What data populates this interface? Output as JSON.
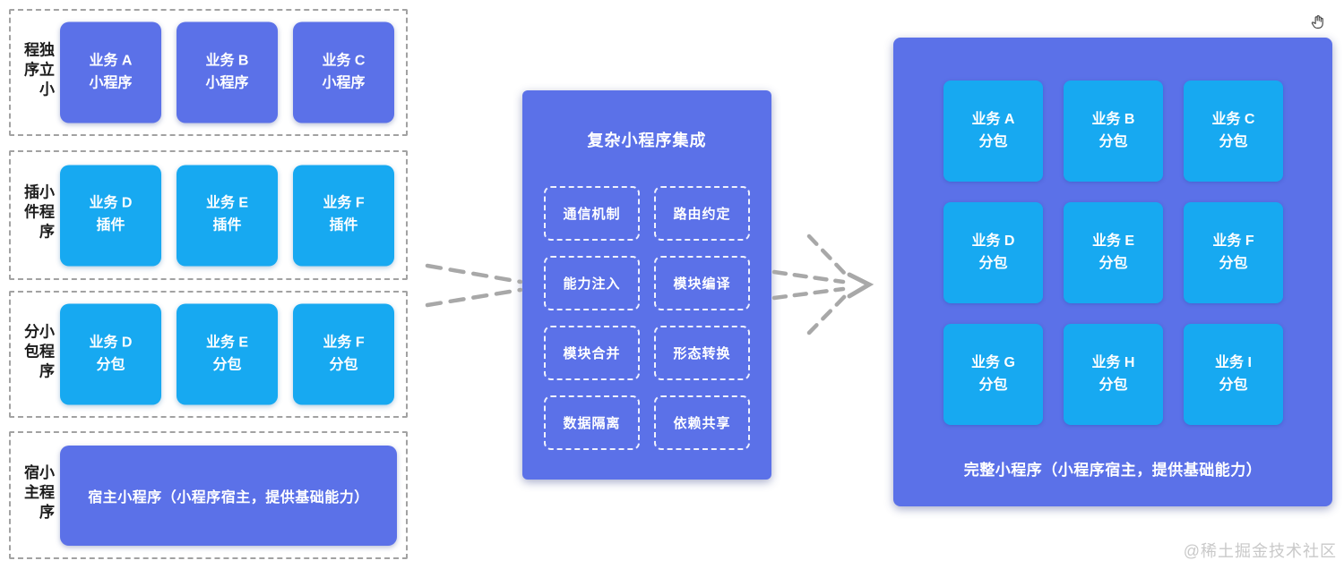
{
  "watermark": "@稀土掘金技术社区",
  "icons": {
    "cursor": "grab-hand-icon"
  },
  "colors": {
    "purple": "#5b71e8",
    "cyan": "#17a9f1",
    "section_dash": "#a2a2a2",
    "arrow_gray": "#a8a8a8",
    "label_text": "#1c1c1c",
    "box_text": "#ffffff",
    "watermark_text": "#c9c9c9"
  },
  "left_panel": {
    "sections": [
      {
        "label": "独立小程序",
        "boxes": [
          {
            "line1": "业务 A",
            "line2": "小程序"
          },
          {
            "line1": "业务 B",
            "line2": "小程序"
          },
          {
            "line1": "业务 C",
            "line2": "小程序"
          }
        ]
      },
      {
        "label": "小程序插件",
        "boxes": [
          {
            "line1": "业务 D",
            "line2": "插件"
          },
          {
            "line1": "业务 E",
            "line2": "插件"
          },
          {
            "line1": "业务 F",
            "line2": "插件"
          }
        ]
      },
      {
        "label": "小程序分包",
        "boxes": [
          {
            "line1": "业务 D",
            "line2": "分包"
          },
          {
            "line1": "业务 E",
            "line2": "分包"
          },
          {
            "line1": "业务 F",
            "line2": "分包"
          }
        ]
      },
      {
        "label": "小程序宿主",
        "host_box": "宿主小程序（小程序宿主，提供基础能力）"
      }
    ]
  },
  "integration_box": {
    "title": "复杂小程序集成",
    "items": [
      "通信机制",
      "路由约定",
      "能力注入",
      "模块编译",
      "模块合并",
      "形态转换",
      "数据隔离",
      "依赖共享"
    ]
  },
  "result_box": {
    "packages": [
      {
        "line1": "业务 A",
        "line2": "分包"
      },
      {
        "line1": "业务 B",
        "line2": "分包"
      },
      {
        "line1": "业务 C",
        "line2": "分包"
      },
      {
        "line1": "业务 D",
        "line2": "分包"
      },
      {
        "line1": "业务 E",
        "line2": "分包"
      },
      {
        "line1": "业务 F",
        "line2": "分包"
      },
      {
        "line1": "业务 G",
        "line2": "分包"
      },
      {
        "line1": "业务 H",
        "line2": "分包"
      },
      {
        "line1": "业务 I",
        "line2": "分包"
      }
    ],
    "footer": "完整小程序（小程序宿主，提供基础能力）"
  }
}
